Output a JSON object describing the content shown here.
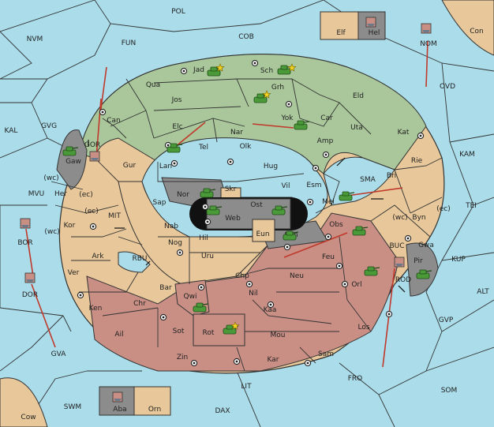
{
  "colors": {
    "sea": "#aadcea",
    "neutral": "#e8c89a",
    "green": "#a9c79a",
    "grey": "#8c8c8c",
    "rose": "#c98f85",
    "cream": "#f2e5cc",
    "border": "#333333",
    "arrow": "#c0392b",
    "unit": "#4a9a3a",
    "fleet": "#6a7a8a",
    "star": "#f0d020"
  },
  "sea_labels": [
    {
      "id": "POL",
      "label": "POL"
    },
    {
      "id": "NVM",
      "label": "NVM"
    },
    {
      "id": "FUN",
      "label": "FUN"
    },
    {
      "id": "COB",
      "label": "COB"
    },
    {
      "id": "NOM",
      "label": "NOM"
    },
    {
      "id": "CON",
      "label": "Con"
    },
    {
      "id": "OVD",
      "label": "OVD"
    },
    {
      "id": "KAL",
      "label": "KAL"
    },
    {
      "id": "GVG",
      "label": "GVG"
    },
    {
      "id": "KAM",
      "label": "KAM"
    },
    {
      "id": "TEI",
      "label": "TEI"
    },
    {
      "id": "MVU",
      "label": "MVU"
    },
    {
      "id": "MIT",
      "label": "MIT"
    },
    {
      "id": "RBU",
      "label": "RBU"
    },
    {
      "id": "SMA",
      "label": "SMA"
    },
    {
      "id": "BOR",
      "label": "BOR"
    },
    {
      "id": "DOR",
      "label": "DOR"
    },
    {
      "id": "BUC",
      "label": "BUC"
    },
    {
      "id": "KUP",
      "label": "KUP"
    },
    {
      "id": "ALT",
      "label": "ALT"
    },
    {
      "id": "GVP",
      "label": "GVP"
    },
    {
      "id": "GVA",
      "label": "GVA"
    },
    {
      "id": "FRO",
      "label": "FRO"
    },
    {
      "id": "SOM",
      "label": "SOM"
    },
    {
      "id": "LIT",
      "label": "LIT"
    },
    {
      "id": "SWM",
      "label": "SWM"
    },
    {
      "id": "DAX",
      "label": "DAX"
    },
    {
      "id": "COW",
      "label": "Cow"
    }
  ],
  "provinces": [
    {
      "id": "Elf",
      "label": "Elf"
    },
    {
      "id": "Hel",
      "label": "Hel"
    },
    {
      "id": "Jad",
      "label": "Jad"
    },
    {
      "id": "Sch",
      "label": "Sch"
    },
    {
      "id": "Qua",
      "label": "Qua"
    },
    {
      "id": "Grh",
      "label": "Grh"
    },
    {
      "id": "Jos",
      "label": "Jos"
    },
    {
      "id": "Eld",
      "label": "Eld"
    },
    {
      "id": "Can",
      "label": "Can"
    },
    {
      "id": "Yok",
      "label": "Yok"
    },
    {
      "id": "Car",
      "label": "Car"
    },
    {
      "id": "Elc",
      "label": "Elc"
    },
    {
      "id": "Nar",
      "label": "Nar"
    },
    {
      "id": "Uta",
      "label": "Uta"
    },
    {
      "id": "Kat",
      "label": "Kat"
    },
    {
      "id": "Gor",
      "label": "GOR"
    },
    {
      "id": "Tel",
      "label": "Tel"
    },
    {
      "id": "Olk",
      "label": "Olk"
    },
    {
      "id": "Amp",
      "label": "Amp"
    },
    {
      "id": "Gaw",
      "label": "Gaw"
    },
    {
      "id": "Gur",
      "label": "Gur"
    },
    {
      "id": "Lan",
      "label": "Lan"
    },
    {
      "id": "Hug",
      "label": "Hug"
    },
    {
      "id": "Rie",
      "label": "Rie"
    },
    {
      "id": "Bri",
      "label": "Bri"
    },
    {
      "id": "Wc1",
      "label": "(wc)"
    },
    {
      "id": "Her",
      "label": "Her"
    },
    {
      "id": "Ec1",
      "label": "(ec)"
    },
    {
      "id": "Nor",
      "label": "Nor"
    },
    {
      "id": "Skr",
      "label": "Skr"
    },
    {
      "id": "Vil",
      "label": "Vil"
    },
    {
      "id": "Esm",
      "label": "Esm"
    },
    {
      "id": "Sap",
      "label": "Sap"
    },
    {
      "id": "Ost",
      "label": "Ost"
    },
    {
      "id": "Web",
      "label": "Web"
    },
    {
      "id": "Mel",
      "label": "Mel"
    },
    {
      "id": "Ec2",
      "label": "(ec)"
    },
    {
      "id": "Kor",
      "label": "Kor"
    },
    {
      "id": "Wc2",
      "label": "(wc)"
    },
    {
      "id": "Byn",
      "label": "Byn"
    },
    {
      "id": "Ec3",
      "label": "(ec)"
    },
    {
      "id": "Wc3",
      "label": "(wc)"
    },
    {
      "id": "Nab",
      "label": "Nab"
    },
    {
      "id": "Obs",
      "label": "Obs"
    },
    {
      "id": "Eun",
      "label": "Eun"
    },
    {
      "id": "Sun",
      "label": "Sun"
    },
    {
      "id": "Hil",
      "label": "Hil"
    },
    {
      "id": "Gwa",
      "label": "Gwa"
    },
    {
      "id": "Ark",
      "label": "Ark"
    },
    {
      "id": "Nog",
      "label": "Nog"
    },
    {
      "id": "Feu",
      "label": "Feu"
    },
    {
      "id": "Uru",
      "label": "Uru"
    },
    {
      "id": "Pir",
      "label": "Pir"
    },
    {
      "id": "Ver",
      "label": "Ver"
    },
    {
      "id": "Chp",
      "label": "Chp"
    },
    {
      "id": "Neu",
      "label": "Neu"
    },
    {
      "id": "Rod",
      "label": "ROD"
    },
    {
      "id": "Bar",
      "label": "Bar"
    },
    {
      "id": "Orl",
      "label": "Orl"
    },
    {
      "id": "Qwi",
      "label": "Qwi"
    },
    {
      "id": "Nil",
      "label": "Nil"
    },
    {
      "id": "Chr",
      "label": "Chr"
    },
    {
      "id": "Ken",
      "label": "Ken"
    },
    {
      "id": "Kaa",
      "label": "Kaa"
    },
    {
      "id": "Ail",
      "label": "Ail"
    },
    {
      "id": "Sot",
      "label": "Sot"
    },
    {
      "id": "Rot",
      "label": "Rot"
    },
    {
      "id": "Mou",
      "label": "Mou"
    },
    {
      "id": "Los",
      "label": "Los"
    },
    {
      "id": "Zin",
      "label": "Zin"
    },
    {
      "id": "Kar",
      "label": "Kar"
    },
    {
      "id": "Sam",
      "label": "Sam"
    },
    {
      "id": "Aba",
      "label": "Aba"
    },
    {
      "id": "Orn",
      "label": "Orn"
    }
  ]
}
